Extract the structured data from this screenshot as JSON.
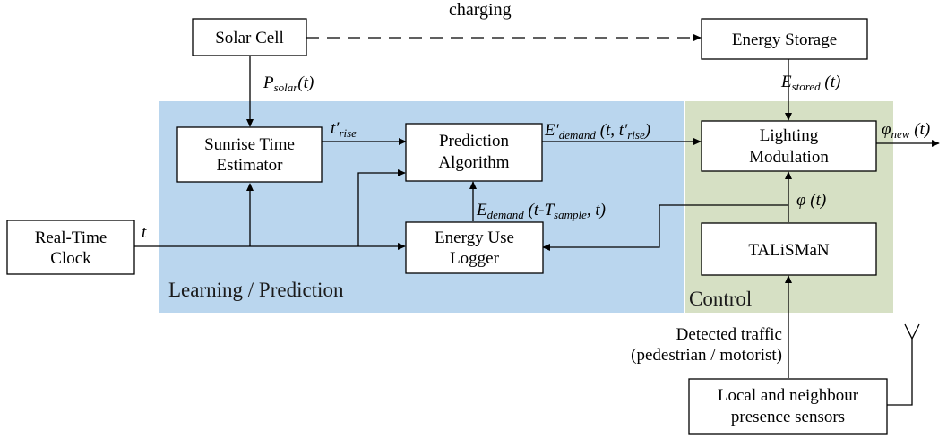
{
  "colors": {
    "learning_region": "#bad6ee",
    "control_region": "#d6e0c4"
  },
  "regions": {
    "learning": "Learning / Prediction",
    "control": "Control"
  },
  "boxes": {
    "solar_cell": [
      "Solar Cell"
    ],
    "energy_storage": [
      "Energy Storage"
    ],
    "sunrise_estimator": [
      "Sunrise Time",
      "Estimator"
    ],
    "prediction_algorithm": [
      "Prediction",
      "Algorithm"
    ],
    "lighting_modulation": [
      "Lighting",
      "Modulation"
    ],
    "real_time_clock": [
      "Real-Time",
      "Clock"
    ],
    "energy_use_logger": [
      "Energy Use",
      "Logger"
    ],
    "talisman": [
      "TALiSMaN"
    ],
    "presence_sensors": [
      "Local and neighbour",
      "presence sensors"
    ]
  },
  "labels": {
    "charging": "charging",
    "p_solar": "P_solar(t)",
    "e_stored": "E_stored (t)",
    "t_rise": "t′_rise",
    "e_demand_prime": "E′_demand (t, t′_rise)",
    "e_demand_logged": "E_demand (t-T_sample, t)",
    "phi_new": "φ_new (t)",
    "phi": "φ (t)",
    "t_clock": "t",
    "detected_traffic_1": "Detected traffic",
    "detected_traffic_2": "(pedestrian / motorist)"
  }
}
